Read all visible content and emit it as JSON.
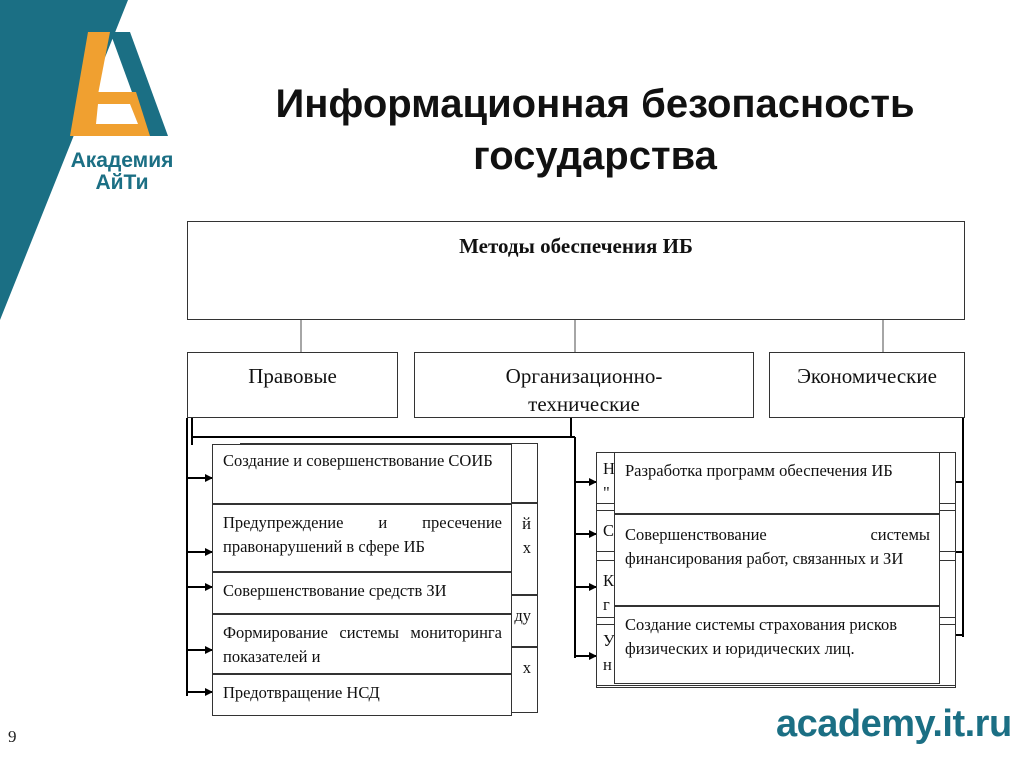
{
  "slide": {
    "title_line1": "Информационная безопасность",
    "title_line2": "государства",
    "page_number": "9",
    "site": "academy.it.ru"
  },
  "logo": {
    "name_line1": "Академия",
    "name_line2": "АйТи",
    "colors": {
      "teal": "#1b6f84",
      "orange": "#f0a030"
    }
  },
  "diagram": {
    "root": "Методы обеспечения ИБ",
    "categories": {
      "legal": "Правовые",
      "org_tech": "Организационно-технические",
      "economic": "Экономические"
    },
    "left_items": [
      "Создание и совершенствование СОИБ",
      "Предупреждение и пресечение правонарушений в сфере ИБ",
      "Совершенствование средств ЗИ",
      "Формирование системы мониторинга показателей и",
      "Предотвращение НСД"
    ],
    "left_hidden_fragments": [
      "й",
      "х",
      "ду",
      "х"
    ],
    "right_items": [
      "Разработка программ обеспечения ИБ",
      "Совершенствование системы финансирования работ, связанных и ЗИ",
      "Создание системы страхования рисков физических и юридических лиц."
    ],
    "right_hidden_fragments": [
      "Н",
      "\"",
      "С",
      "К",
      "г",
      "У",
      "н"
    ]
  }
}
